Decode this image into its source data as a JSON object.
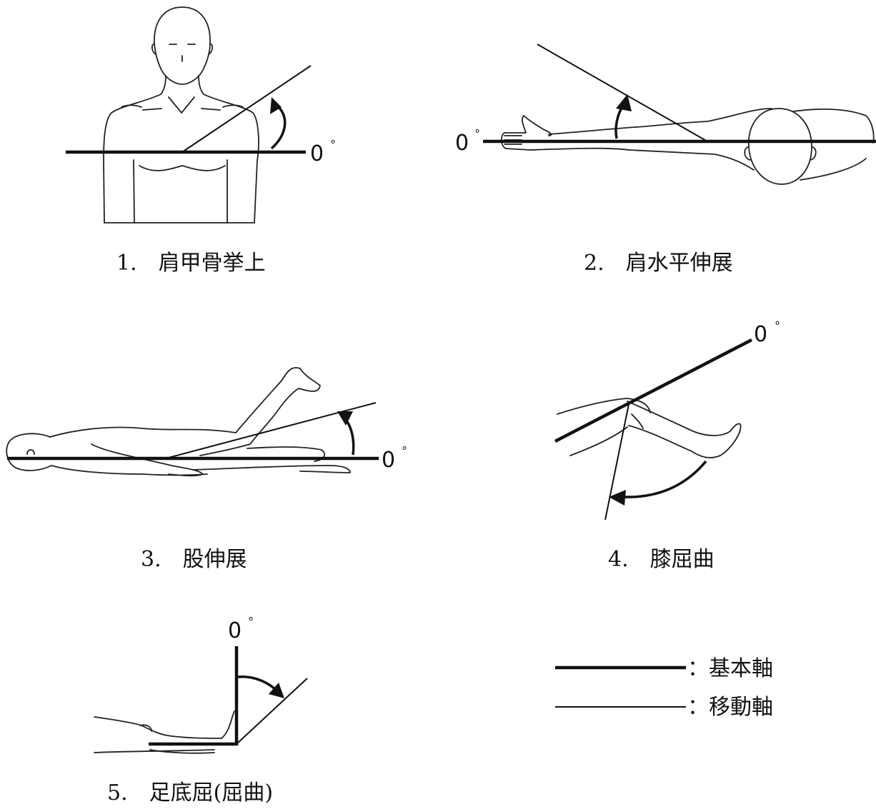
{
  "zero_label": "0",
  "degree_mark": "°",
  "figures": [
    {
      "number": "1.",
      "name": "肩甲骨挙上"
    },
    {
      "number": "2.",
      "name": "肩水平伸展"
    },
    {
      "number": "3.",
      "name": "股伸展"
    },
    {
      "number": "4.",
      "name": "膝屈曲"
    },
    {
      "number": "5.",
      "name": "足底屈(屈曲)"
    }
  ],
  "legend": {
    "basic_axis": "：基本軸",
    "moving_axis": "：移動軸"
  }
}
